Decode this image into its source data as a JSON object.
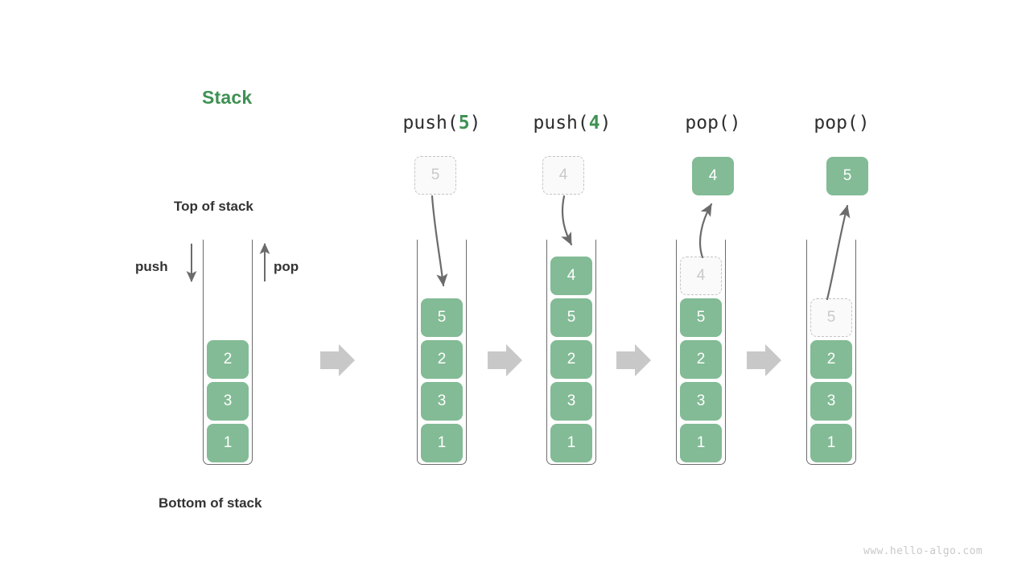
{
  "title": "Stack",
  "labels": {
    "top_of_stack": "Top of stack",
    "bottom_of_stack": "Bottom of stack",
    "push": "push",
    "pop": "pop"
  },
  "watermark": "www.hello-algo.com",
  "colors": {
    "cell_green": "#82bb95",
    "title_green": "#3f9153",
    "ghost_border": "#c4c4c4",
    "ghost_text": "#c9c9c9",
    "container_stroke": "#6b6b6b",
    "arrow_gray": "#6b6b6b",
    "transition_arrow": "#c8c8c8",
    "text_dark": "#333333"
  },
  "steps": [
    {
      "id": "initial",
      "header_prefix": "",
      "header_arg": "",
      "header_suffix": "",
      "stack": [
        "1",
        "3",
        "2"
      ],
      "incoming": null,
      "outgoing": null,
      "ghost_in_stack": null
    },
    {
      "id": "push-5",
      "header_prefix": "push(",
      "header_arg": "5",
      "header_suffix": ")",
      "stack": [
        "1",
        "3",
        "2",
        "5"
      ],
      "incoming": "5",
      "outgoing": null,
      "ghost_in_stack": null
    },
    {
      "id": "push-4",
      "header_prefix": "push(",
      "header_arg": "4",
      "header_suffix": ")",
      "stack": [
        "1",
        "3",
        "2",
        "5",
        "4"
      ],
      "incoming": "4",
      "outgoing": null,
      "ghost_in_stack": null
    },
    {
      "id": "pop-1",
      "header_prefix": "pop(",
      "header_arg": "",
      "header_suffix": ")",
      "stack": [
        "1",
        "3",
        "2",
        "5"
      ],
      "incoming": null,
      "outgoing": "4",
      "ghost_in_stack": "4"
    },
    {
      "id": "pop-2",
      "header_prefix": "pop(",
      "header_arg": "",
      "header_suffix": ")",
      "stack": [
        "1",
        "3",
        "2"
      ],
      "incoming": null,
      "outgoing": "5",
      "ghost_in_stack": "5"
    }
  ],
  "transition_arrows": 4
}
